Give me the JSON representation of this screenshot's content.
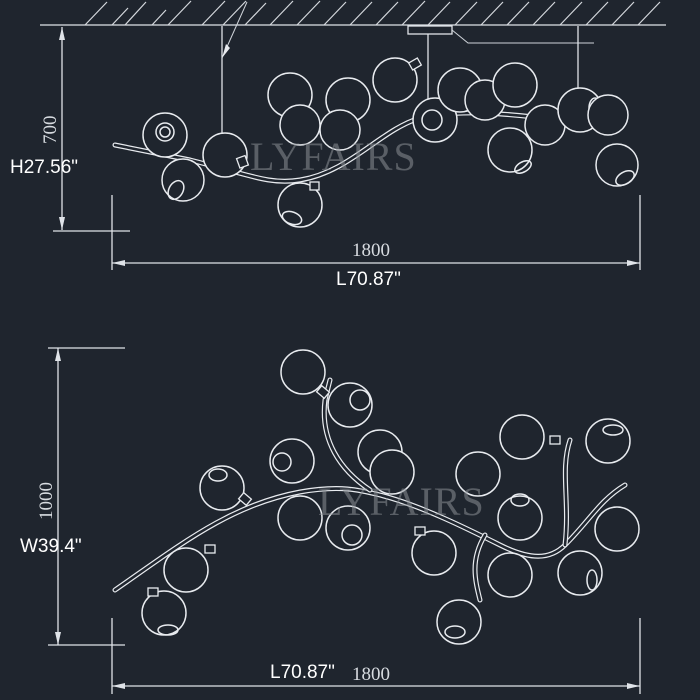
{
  "drawing": {
    "background": "#1f252e",
    "line_color": "#e8ebef",
    "watermark": "LYFAIRS",
    "front_view": {
      "height_mm": "700",
      "height_in": "H27.56\"",
      "length_mm": "1800",
      "length_in": "L70.87\"",
      "ceiling": "hatched-ceiling-line",
      "suspension_rods": 3
    },
    "top_view": {
      "width_mm": "1000",
      "width_in": "W39.4\"",
      "length_mm": "1800",
      "length_in": "L70.87\""
    }
  }
}
